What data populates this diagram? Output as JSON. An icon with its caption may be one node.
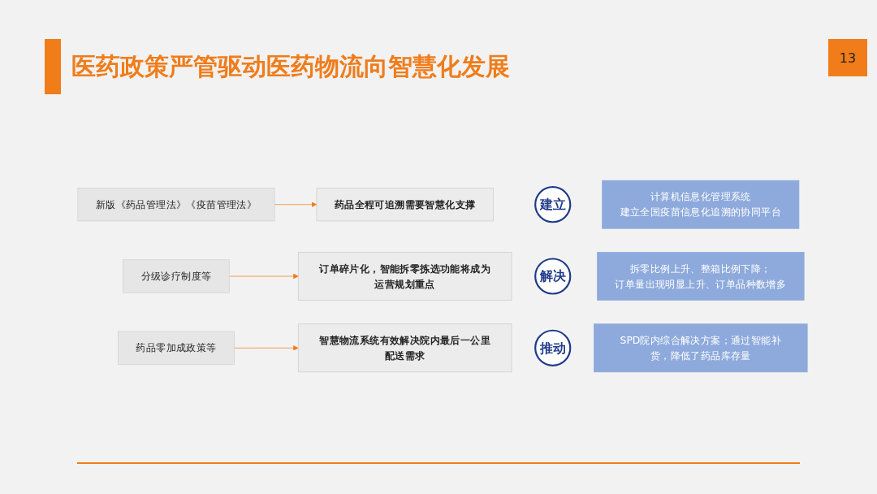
{
  "diagram": {
    "title": "医药政策严管驱动医药物流向智慧化发展",
    "nodes": [
      {
        "text": [
          "新版《药品管理法》《疫苗管理法》"
        ]
      },
      {
        "text": [
          "药品全程可追溯需要智慧化支撑"
        ]
      },
      {
        "text": [
          "建立"
        ]
      },
      {
        "text": [
          "计算机信息化管理系统",
          "建立全国疫苗信息化追溯的协同平台"
        ]
      },
      {
        "text": [
          "分级诊疗制度等"
        ]
      },
      {
        "text": [
          "订单碎片化，智能拆零拣选功能将成为运营规划重点"
        ]
      },
      {
        "text": [
          "解决"
        ]
      },
      {
        "text": [
          "拆零比例上升、整箱比例下降；",
          "订单量出现明显上升、订单品种数增多"
        ]
      },
      {
        "text": [
          "药品零加成政策等"
        ]
      },
      {
        "text": [
          "智慧物流系统有效解决院内最后一公里配送需求"
        ]
      },
      {
        "text": [
          "推动"
        ]
      },
      {
        "text": [
          "SPD院内综合解决方案；通过智能补货，降低了药品库存量"
        ]
      }
    ],
    "edges": [
      {
        "from": 0,
        "to": 1,
        "arrow": "to"
      },
      {
        "from": 4,
        "to": 5,
        "arrow": "to"
      },
      {
        "from": 8,
        "to": 9,
        "arrow": "to"
      }
    ],
    "labels": [
      "13"
    ]
  }
}
